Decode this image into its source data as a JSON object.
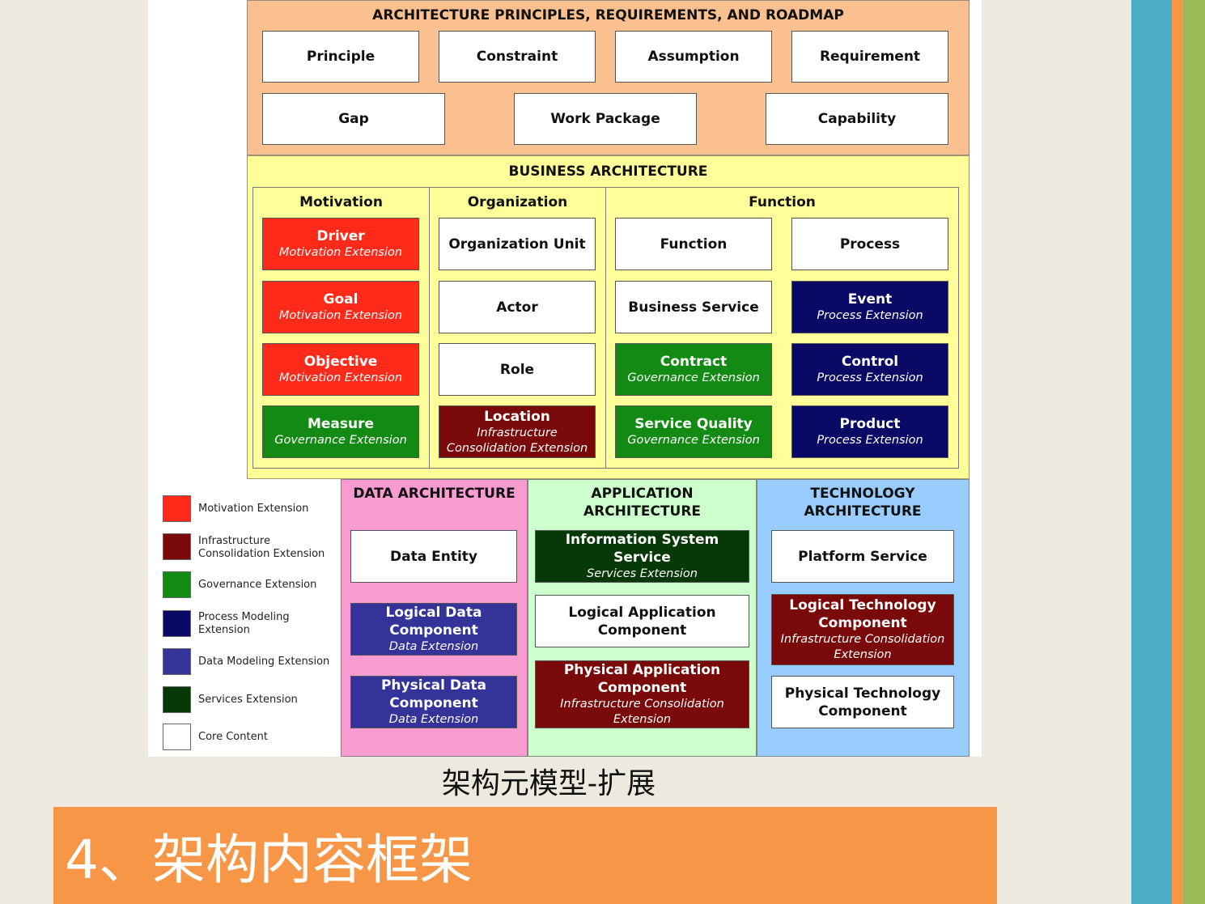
{
  "colors": {
    "motivation_extension": "#ff2a1a",
    "infrastructure_consolidation_extension": "#7a0a0a",
    "governance_extension": "#138a13",
    "process_modeling_extension": "#0a0a66",
    "data_modeling_extension": "#333399",
    "services_extension": "#073807",
    "core_content": "#ffffff",
    "principles_region": "#fac090",
    "business_region": "#ffff99",
    "data_region": "#f79bd0",
    "application_region": "#ccffcc",
    "technology_region": "#99ccff",
    "title_bar": "#f79646"
  },
  "principles": {
    "heading": "ARCHITECTURE PRINCIPLES, REQUIREMENTS, AND ROADMAP",
    "row1": [
      "Principle",
      "Constraint",
      "Assumption",
      "Requirement"
    ],
    "row2": [
      "Gap",
      "Work Package",
      "Capability"
    ]
  },
  "business": {
    "heading": "BUSINESS ARCHITECTURE",
    "motivation": {
      "heading": "Motivation",
      "items": [
        {
          "title": "Driver",
          "sub": "Motivation Extension"
        },
        {
          "title": "Goal",
          "sub": "Motivation Extension"
        },
        {
          "title": "Objective",
          "sub": "Motivation Extension"
        },
        {
          "title": "Measure",
          "sub": "Governance Extension"
        }
      ]
    },
    "organization": {
      "heading": "Organization",
      "items": [
        {
          "title": "Organization Unit"
        },
        {
          "title": "Actor"
        },
        {
          "title": "Role"
        },
        {
          "title": "Location",
          "sub": "Infrastructure Consolidation Extension"
        }
      ]
    },
    "function": {
      "heading": "Function",
      "left": [
        {
          "title": "Function"
        },
        {
          "title": "Business Service"
        },
        {
          "title": "Contract",
          "sub": "Governance Extension"
        },
        {
          "title": "Service Quality",
          "sub": "Governance Extension"
        }
      ],
      "right": [
        {
          "title": "Process"
        },
        {
          "title": "Event",
          "sub": "Process Extension"
        },
        {
          "title": "Control",
          "sub": "Process Extension"
        },
        {
          "title": "Product",
          "sub": "Process Extension"
        }
      ]
    }
  },
  "data_arch": {
    "heading": "DATA ARCHITECTURE",
    "items": [
      {
        "title": "Data Entity"
      },
      {
        "title": "Logical Data Component",
        "sub": "Data Extension"
      },
      {
        "title": "Physical Data Component",
        "sub": "Data Extension"
      }
    ]
  },
  "app_arch": {
    "heading": "APPLICATION ARCHITECTURE",
    "items": [
      {
        "title": "Information System Service",
        "sub": "Services Extension"
      },
      {
        "title": "Logical Application Component"
      },
      {
        "title": "Physical Application Component",
        "sub": "Infrastructure Consolidation Extension"
      }
    ]
  },
  "tech_arch": {
    "heading": "TECHNOLOGY ARCHITECTURE",
    "items": [
      {
        "title": "Platform Service"
      },
      {
        "title": "Logical Technology Component",
        "sub": "Infrastructure Consolidation Extension"
      },
      {
        "title": "Physical Technology Component"
      }
    ]
  },
  "legend": [
    "Motivation Extension",
    "Infrastructure Consolidation Extension",
    "Governance Extension",
    "Process Modeling Extension",
    "Data Modeling Extension",
    "Services Extension",
    "Core Content"
  ],
  "caption": "架构元模型-扩展",
  "slide_title": "4、架构内容框架"
}
